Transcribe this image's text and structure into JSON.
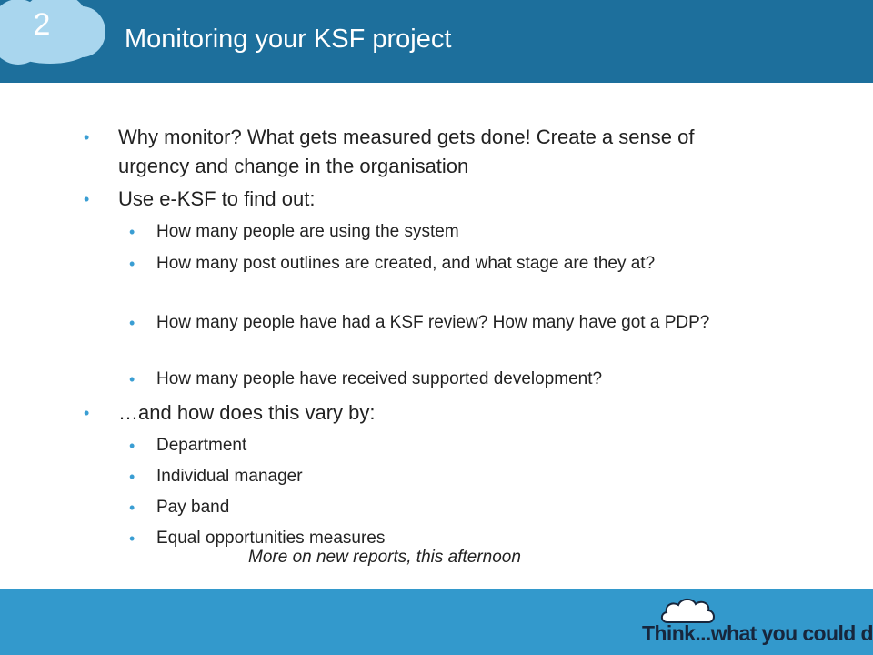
{
  "slide": {
    "number": "2",
    "title": "Monitoring your KSF project"
  },
  "bullets": [
    {
      "level": 1,
      "text": "Why monitor? What gets measured gets done! Create a sense of urgency and change in the organisation"
    },
    {
      "level": 1,
      "text": "Use e-KSF to find out:"
    },
    {
      "level": 2,
      "text": "How many people are using the system"
    },
    {
      "level": 2,
      "text": "How many post outlines are created, and what stage are they at?"
    },
    {
      "level": 2,
      "text": "How many people have had a KSF review? How many have got a PDP?"
    },
    {
      "level": 2,
      "text": "How many people have received supported development?"
    },
    {
      "level": 1,
      "text": "…and how does this vary by:"
    },
    {
      "level": 2,
      "text": "Department"
    },
    {
      "level": 2,
      "text": "Individual manager"
    },
    {
      "level": 2,
      "text": "Pay band"
    },
    {
      "level": 2,
      "text": "Equal opportunities measures"
    }
  ],
  "note": "More on new reports, this afternoon",
  "footer": {
    "tagline": "Think...what you could do"
  },
  "colors": {
    "header": "#1d6f9c",
    "footer": "#3399cc",
    "bullet": "#3a9ed3",
    "cloud": "#a9d6ee"
  }
}
